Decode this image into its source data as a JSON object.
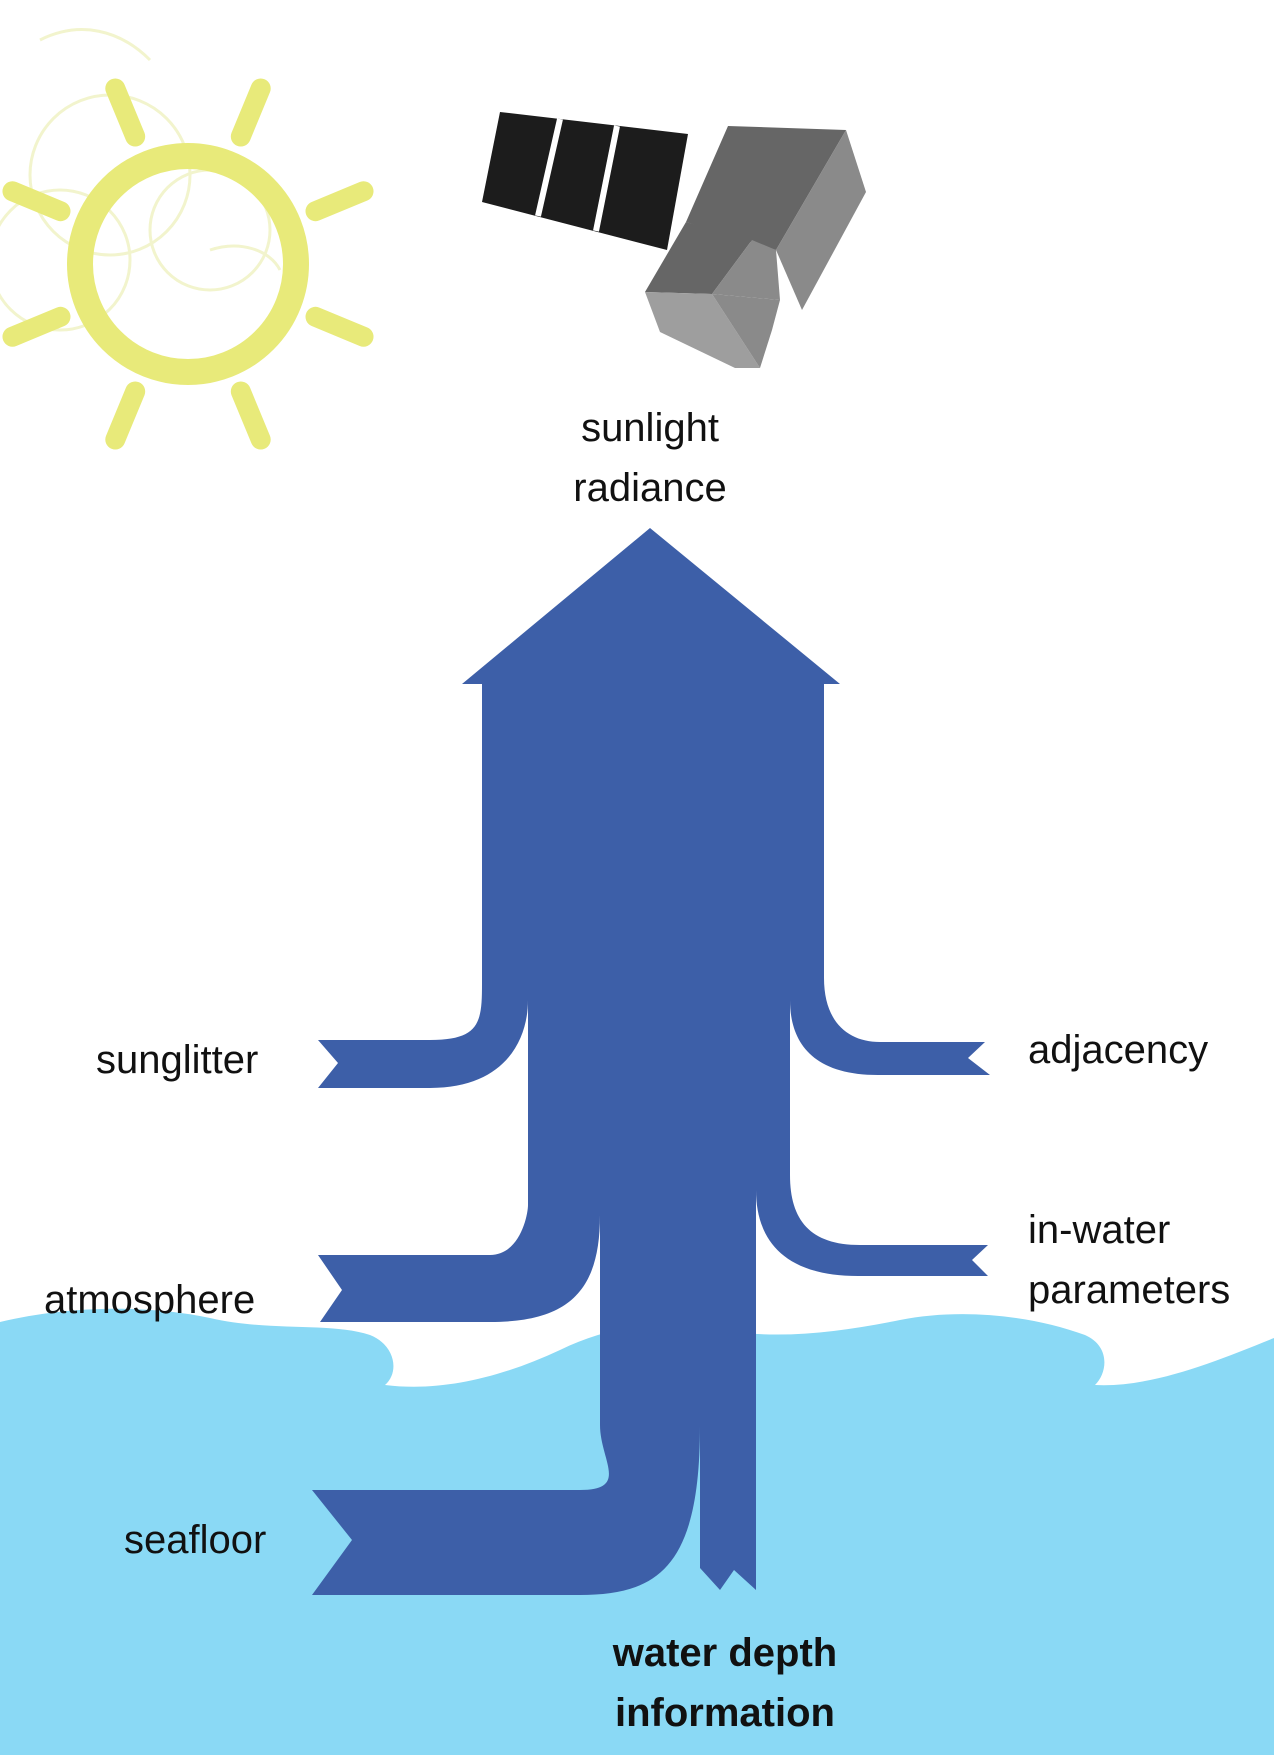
{
  "colors": {
    "water": "#8ad9f5",
    "flow": "#3d5fa8",
    "sun": "#e8ea7a",
    "sun_faint": "#f1f3c8",
    "panel": "#1c1c1c",
    "body_dark": "#666666",
    "body_mid": "#8a8a8a",
    "body_light": "#9e9e9e"
  },
  "icons": {
    "sun": "sun-icon",
    "satellite": "satellite-icon"
  },
  "labels": {
    "top_line1": "sunlight",
    "top_line2": "radiance",
    "sunglitter": "sunglitter",
    "adjacency": "adjacency",
    "atmosphere": "atmosphere",
    "in_water_line1": "in-water",
    "in_water_line2": "parameters",
    "seafloor": "seafloor",
    "bottom_line1": "water depth",
    "bottom_line2": "information"
  }
}
